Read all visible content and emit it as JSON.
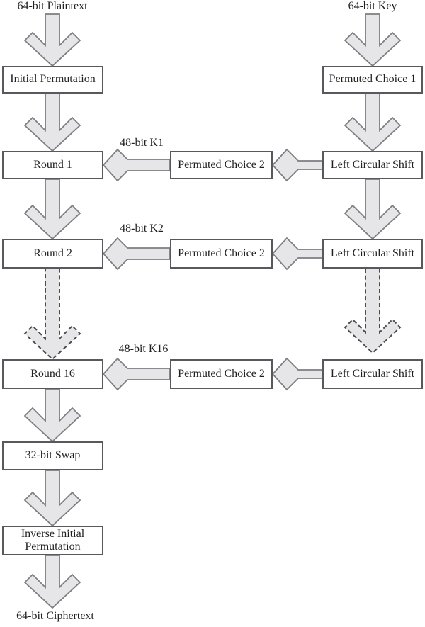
{
  "diagram": {
    "inputs": {
      "plaintext": "64-bit Plaintext",
      "key": "64-bit Key"
    },
    "output": {
      "ciphertext": "64-bit Ciphertext"
    },
    "left_column": [
      "Initial Permutation",
      "Round 1",
      "Round 2",
      "Round 16",
      "32-bit Swap",
      "Inverse Initial Permutation"
    ],
    "middle_column": [
      "Permuted Choice 2",
      "Permuted Choice 2",
      "Permuted Choice 2"
    ],
    "right_column": [
      "Permuted Choice 1",
      "Left Circular Shift",
      "Left Circular Shift",
      "Left Circular Shift"
    ],
    "subkey_labels": [
      "48-bit K1",
      "48-bit K2",
      "48-bit K16"
    ]
  },
  "colors": {
    "arrow_fill": "#e6e6e8",
    "arrow_stroke": "#7d7e81",
    "dashed_stroke": "#4c4c4f",
    "box_border": "#58595c",
    "text": "#231f20",
    "background": "#ffffff"
  }
}
